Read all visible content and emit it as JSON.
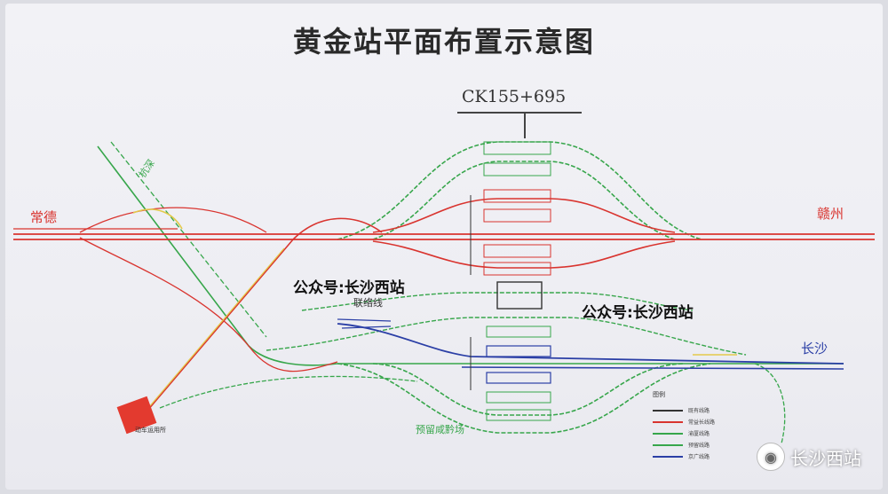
{
  "title": "黄金站平面布置示意图",
  "mileage": "CK155+695",
  "labels": {
    "changde": "常德",
    "ganzhou": "赣州",
    "changsha": "长沙",
    "xiang": "杭深",
    "jichang": "联络线",
    "yulan": "预留咸黔场",
    "depot": "动车运用所"
  },
  "watermarks": [
    "公众号:长沙西站",
    "公众号:长沙西站"
  ],
  "brand": "长沙西站",
  "legend": {
    "title": "图例",
    "items": [
      {
        "text": "既有线路",
        "color": "#333333"
      },
      {
        "text": "常益长线路",
        "color": "#d9342f"
      },
      {
        "text": "渝厦线路",
        "color": "#37a64b"
      },
      {
        "text": "预留线路",
        "color": "#37a64b"
      },
      {
        "text": "京广线路",
        "color": "#2b3fa6"
      }
    ]
  },
  "colors": {
    "red": "#d9342f",
    "green": "#37a64b",
    "blue": "#2b3fa6",
    "yellow": "#e3c94a"
  },
  "icons": {
    "brand": "wechat-icon"
  }
}
